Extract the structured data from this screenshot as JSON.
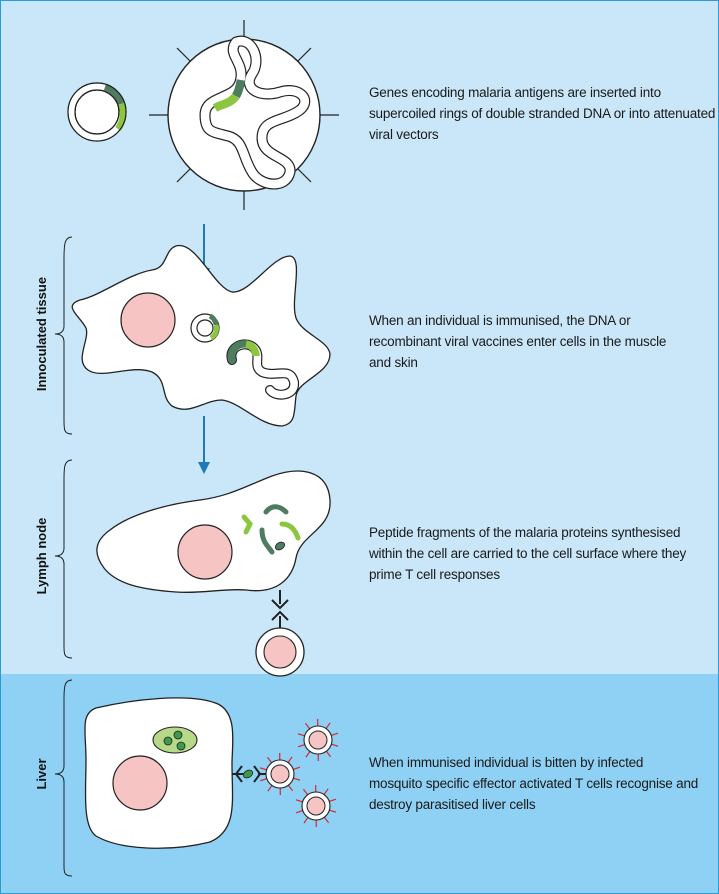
{
  "captions": {
    "step1": "Genes encoding malaria antigens are inserted into supercoiled rings of double stranded DNA or into attenuated viral vectors",
    "step2": "When an individual is immunised, the DNA or recombinant viral vaccines enter cells in the muscle and skin",
    "step3": "Peptide fragments of the malaria proteins synthesised within the cell are carried to the cell surface where they prime T cell responses",
    "step4": "When immunised individual is bitten by infected mosquito specific effector activated T cells recognise and destroy parasitised liver cells"
  },
  "side_labels": {
    "tissue": "Innoculated tissue",
    "lymph": "Lymph node",
    "liver": "Liver"
  },
  "colors": {
    "panel_upper": "#c9e7f8",
    "panel_lower": "#8fd1f4",
    "border": "#2b9bd6",
    "arrow": "#1f78b9",
    "nucleus": "#f7c4c4",
    "gene_dark": "#4d7c5e",
    "gene_light": "#8cc63f",
    "spike": "#d8262f"
  }
}
